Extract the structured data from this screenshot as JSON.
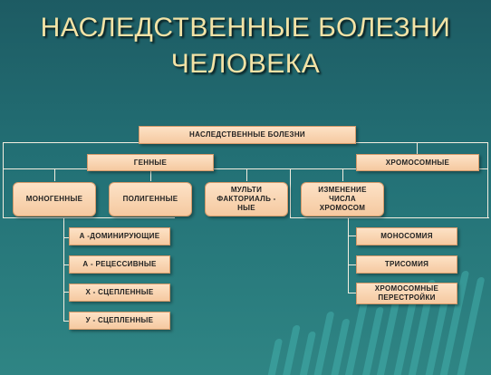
{
  "title": {
    "line1": "НАСЛЕДСТВЕННЫЕ БОЛЕЗНИ",
    "line2": "ЧЕЛОВЕКА"
  },
  "nodes": {
    "root": "НАСЛЕДСТВЕННЫЕ БОЛЕЗНИ",
    "genetic": "ГЕННЫЕ",
    "chromosomal": "ХРОМОСОМНЫЕ",
    "monogenic": "МОНОГЕННЫЕ",
    "polygenic": "ПОЛИГЕННЫЕ",
    "multifactorial": "МУЛЬТИ\nФАКТОРИАЛЬ -\nНЫЕ",
    "number_change": "ИЗМЕНЕНИЕ\nЧИСЛА\nХРОМОСОМ",
    "autosomal_dominant": "А -ДОМИНИРУЮЩИЕ",
    "autosomal_recessive": "А - РЕЦЕССИВНЫЕ",
    "x_linked": "Х - СЦЕПЛЕННЫЕ",
    "y_linked": "У - СЦЕПЛЕННЫЕ",
    "monosomy": "МОНОСОМИЯ",
    "trisomy": "ТРИСОМИЯ",
    "rearrangements": "ХРОМОСОМНЫЕ\nПЕРЕСТРОЙКИ"
  }
}
